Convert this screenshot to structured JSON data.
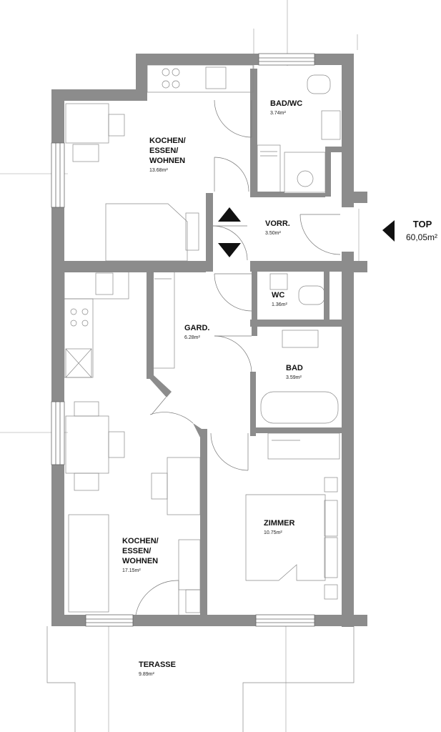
{
  "apartment": {
    "label": "TOP",
    "total_area": "60,05m²"
  },
  "rooms": [
    {
      "id": "kochen-oben",
      "name_lines": [
        "KOCHEN/",
        "ESSEN/",
        "WOHNEN"
      ],
      "area": "13.68m²"
    },
    {
      "id": "bad-wc",
      "name_lines": [
        "BAD/WC"
      ],
      "area": "3.74m²"
    },
    {
      "id": "vorr",
      "name_lines": [
        "VORR."
      ],
      "area": "3.50m²"
    },
    {
      "id": "wc",
      "name_lines": [
        "WC"
      ],
      "area": "1.36m²"
    },
    {
      "id": "gard",
      "name_lines": [
        "GARD."
      ],
      "area": "6.28m²"
    },
    {
      "id": "bad",
      "name_lines": [
        "BAD"
      ],
      "area": "3.59m²"
    },
    {
      "id": "zimmer",
      "name_lines": [
        "ZIMMER"
      ],
      "area": "10.75m²"
    },
    {
      "id": "kochen-unten",
      "name_lines": [
        "KOCHEN/",
        "ESSEN/",
        "WOHNEN"
      ],
      "area": "17.15m²"
    },
    {
      "id": "terasse",
      "name_lines": [
        "TERASSE"
      ],
      "area": "9.89m²"
    }
  ],
  "colors": {
    "wall": "#8c8c8c",
    "line": "#9a9a9a",
    "text": "#111111",
    "background": "#ffffff"
  },
  "icons": [
    "stair-up-arrow-icon",
    "stair-down-arrow-icon",
    "entrance-arrow-icon"
  ]
}
